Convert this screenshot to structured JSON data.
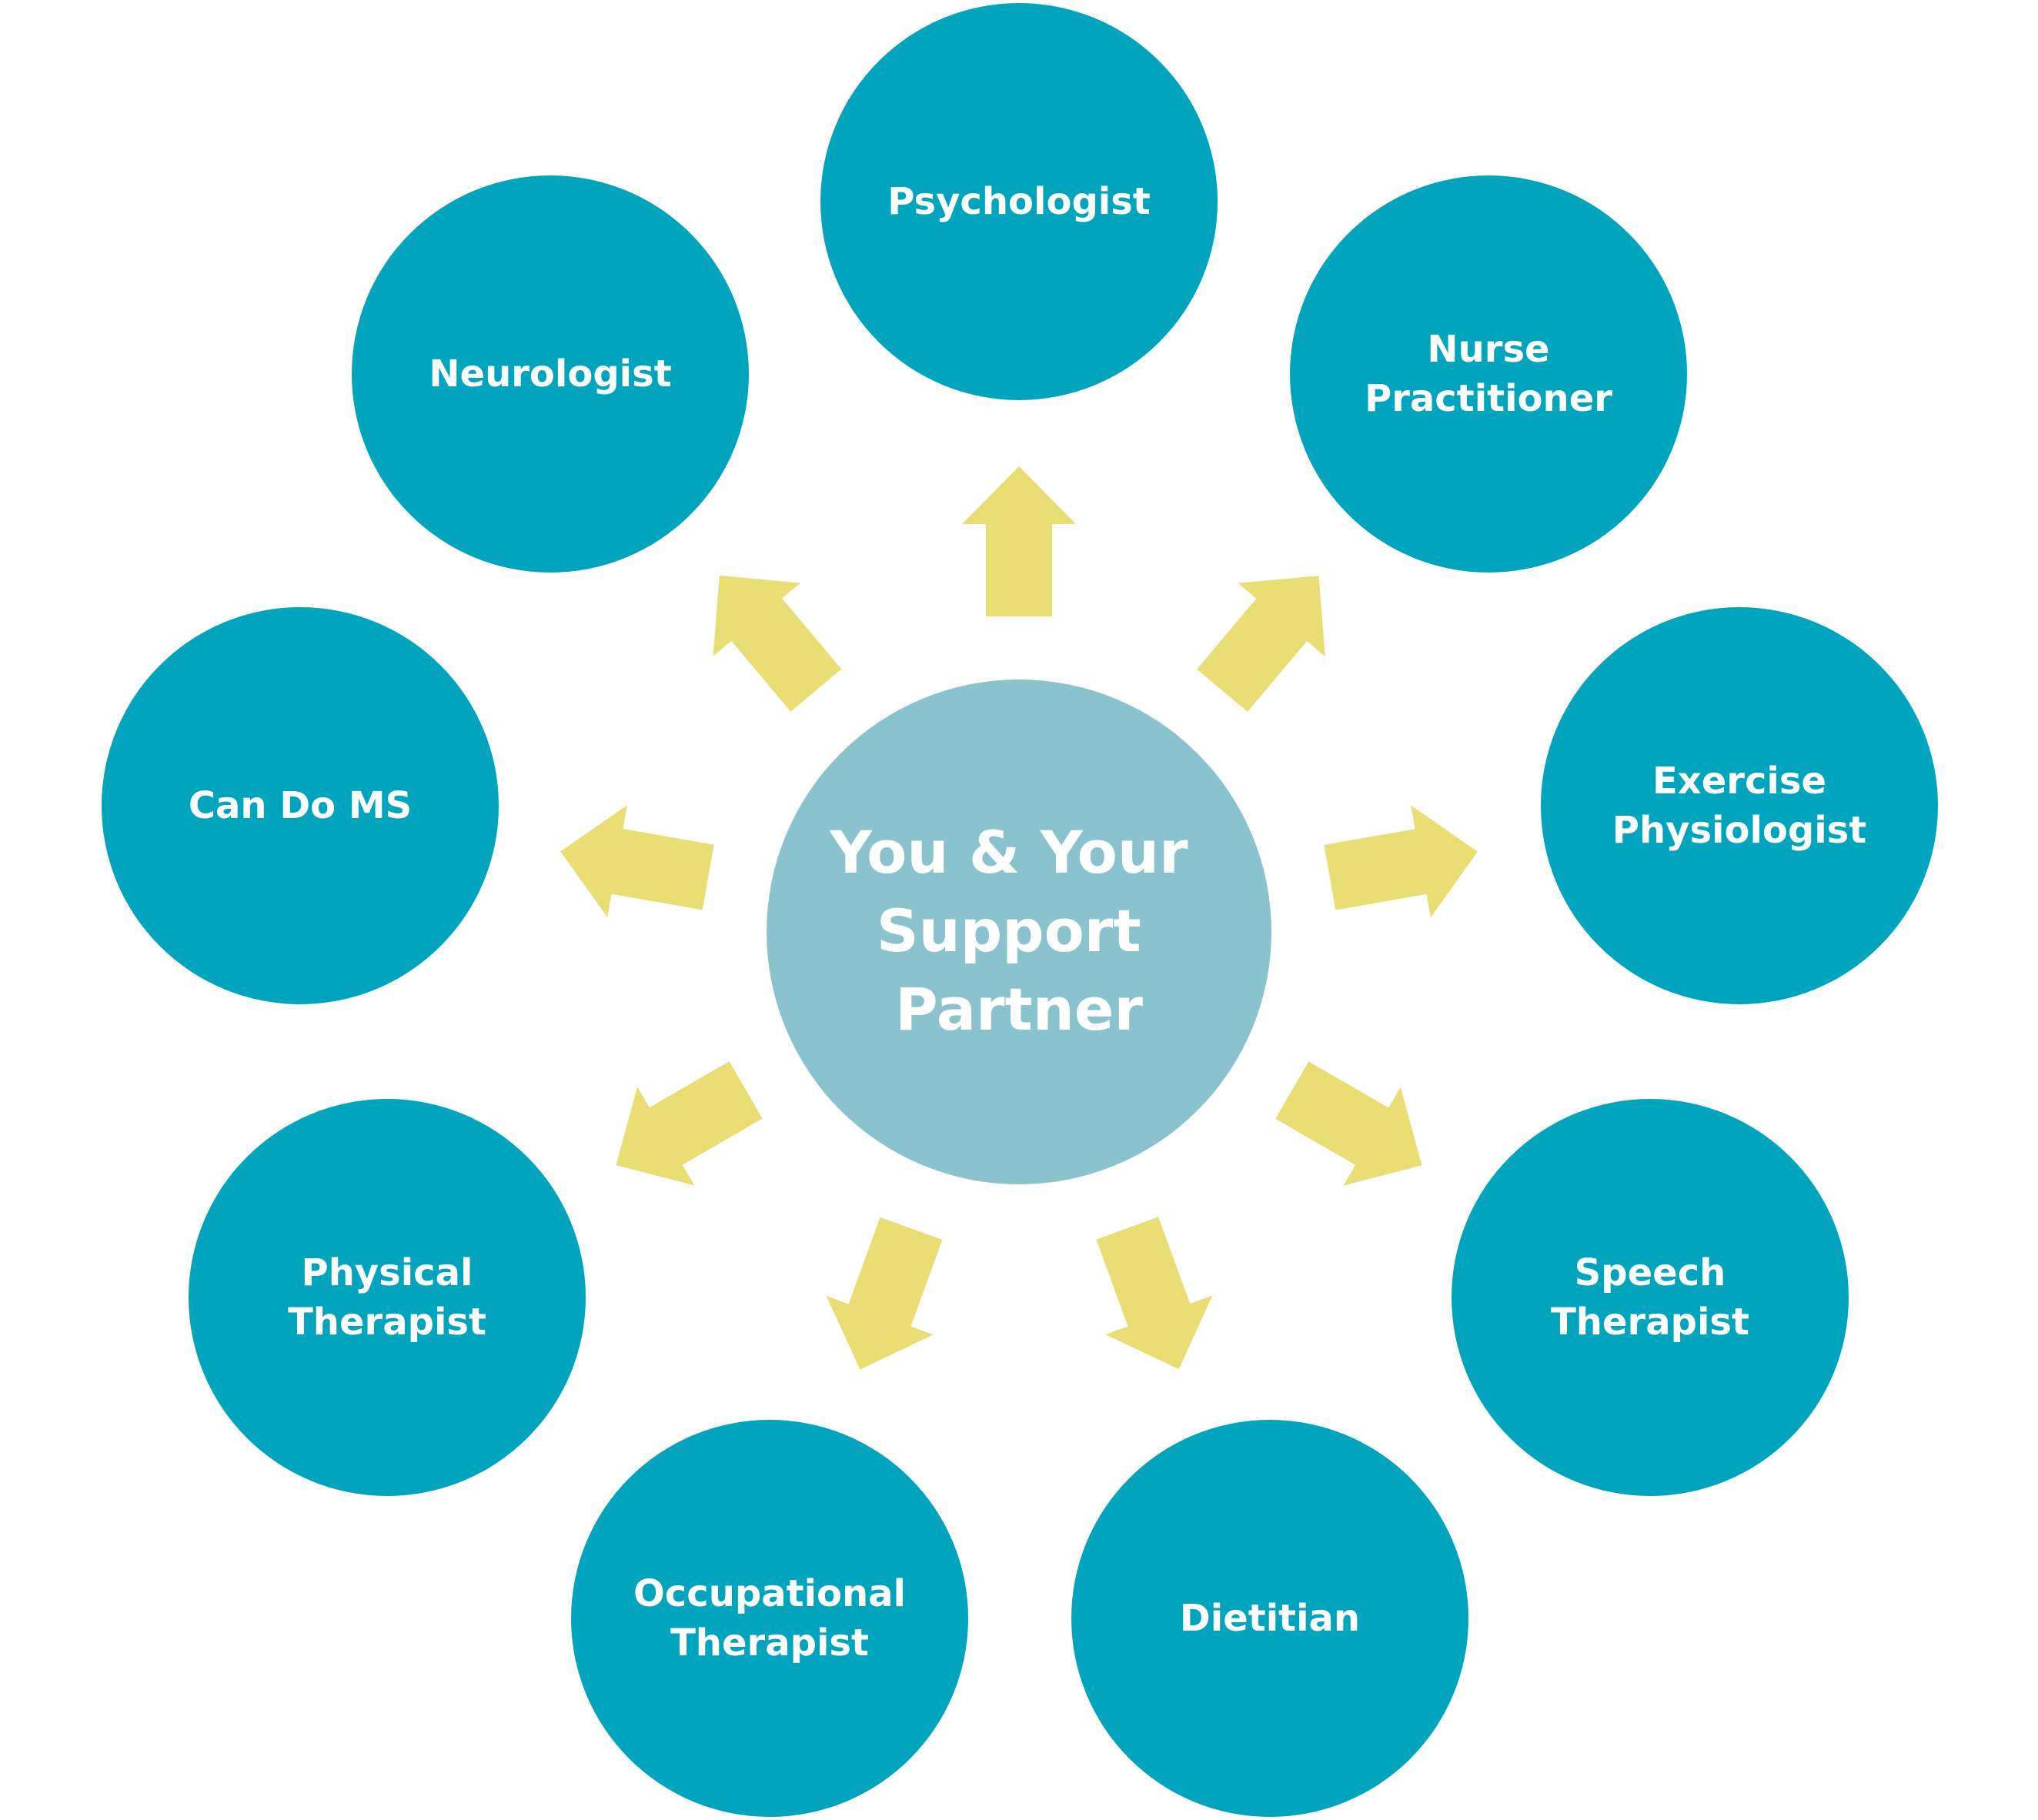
{
  "colors": {
    "background": "#ffffff",
    "outer_circle": "#00a5bd",
    "center_circle": "#8ac2ce",
    "arrow": "#e8de73",
    "text": "#ffffff"
  },
  "center": {
    "lines": [
      "You & Your",
      "Support",
      "Partner"
    ]
  },
  "nodes": [
    {
      "id": "psychologist",
      "lines": [
        "Psychologist"
      ]
    },
    {
      "id": "nurse-practitioner",
      "lines": [
        "Nurse",
        "Practitioner"
      ]
    },
    {
      "id": "exercise-physiologist",
      "lines": [
        "Exercise",
        "Physiologist"
      ]
    },
    {
      "id": "speech-therapist",
      "lines": [
        "Speech",
        "Therapist"
      ]
    },
    {
      "id": "dietitian",
      "lines": [
        "Dietitian"
      ]
    },
    {
      "id": "occupational-therapist",
      "lines": [
        "Occupational",
        "Therapist"
      ]
    },
    {
      "id": "physical-therapist",
      "lines": [
        "Physical",
        "Therapist"
      ]
    },
    {
      "id": "can-do-ms",
      "lines": [
        "Can Do MS"
      ]
    },
    {
      "id": "neurologist",
      "lines": [
        "Neurologist"
      ]
    }
  ]
}
